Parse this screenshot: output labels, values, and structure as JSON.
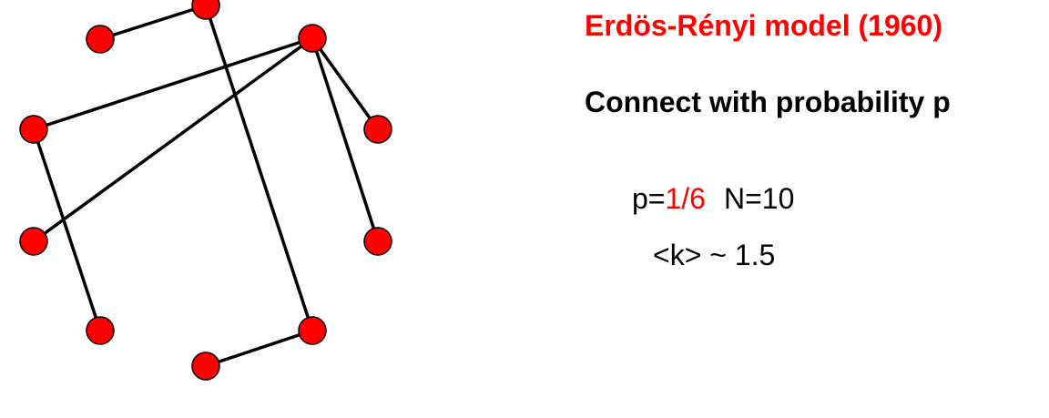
{
  "title": "Erdös-Rényi model (1960)",
  "subtitle": "Connect with probability p",
  "params": {
    "p_label": "p=",
    "p_value": "1/6",
    "n_text": "N=10"
  },
  "avg_degree": "<k> ~ 1.5",
  "colors": {
    "node_fill": "#ff0000",
    "node_stroke": "#000000",
    "edge": "#000000",
    "accent": "#ff0000"
  },
  "network": {
    "nodes": [
      "n1",
      "n2",
      "n3",
      "n4",
      "n5",
      "n6",
      "n7",
      "n8",
      "n9",
      "n10"
    ],
    "edges": [
      [
        "n1",
        "n2"
      ],
      [
        "n2",
        "n9"
      ],
      [
        "n3",
        "n4"
      ],
      [
        "n3",
        "n6"
      ],
      [
        "n3",
        "n5"
      ],
      [
        "n3",
        "n7"
      ],
      [
        "n4",
        "n8"
      ],
      [
        "n9",
        "n10"
      ]
    ]
  }
}
